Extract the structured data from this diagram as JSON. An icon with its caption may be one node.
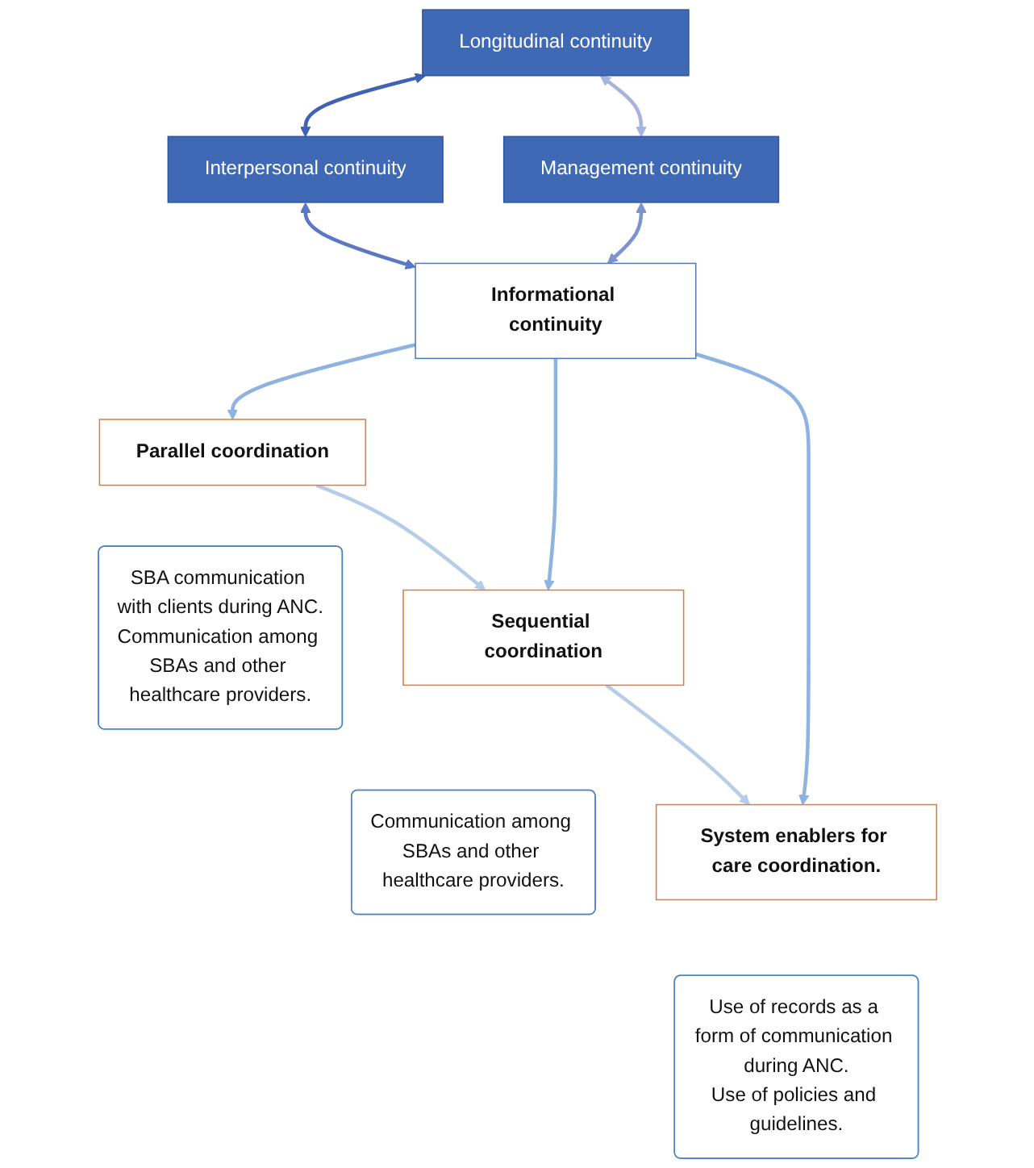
{
  "diagram": {
    "nodes": [
      {
        "text": [
          "Longitudinal continuity"
        ]
      },
      {
        "text": [
          "Management continuity"
        ]
      },
      {
        "text": [
          "Interpersonal continuity"
        ]
      },
      {
        "text": [
          "Informational continuity"
        ]
      },
      {
        "text": [
          "Parallel coordination"
        ]
      },
      {
        "text": [
          "SBA communication with clients during ANC.",
          "Communication among SBAs and other healthcare providers."
        ]
      },
      {
        "text": [
          "Sequential coordination"
        ]
      },
      {
        "text": [
          "Communication among SBAs and other healthcare providers."
        ]
      },
      {
        "text": [
          "System enablers for care coordination."
        ]
      },
      {
        "text": [
          "Use of records as a form of communication during ANC.",
          "Use of policies and guidelines."
        ]
      }
    ],
    "edges": [
      {
        "from": 0,
        "to": 2,
        "arrow": "both",
        "color": "#3f62b4"
      },
      {
        "from": 0,
        "to": 1,
        "arrow": "both",
        "color": "#a7b5dd"
      },
      {
        "from": 1,
        "to": 3,
        "arrow": "both",
        "color": "#7d93cf"
      },
      {
        "from": 2,
        "to": 3,
        "arrow": "both",
        "color": "#5a78c6"
      },
      {
        "from": 3,
        "to": 4,
        "arrow": "to",
        "color": "#8fb3e0"
      },
      {
        "from": 3,
        "to": 6,
        "arrow": "to",
        "color": "#8fb3e0"
      },
      {
        "from": 3,
        "to": 8,
        "arrow": "to",
        "color": "#8fb3e0"
      },
      {
        "from": 4,
        "to": 6,
        "arrow": "to",
        "color": "#b5cde9"
      },
      {
        "from": 6,
        "to": 8,
        "arrow": "to",
        "color": "#b5cde9"
      }
    ]
  }
}
